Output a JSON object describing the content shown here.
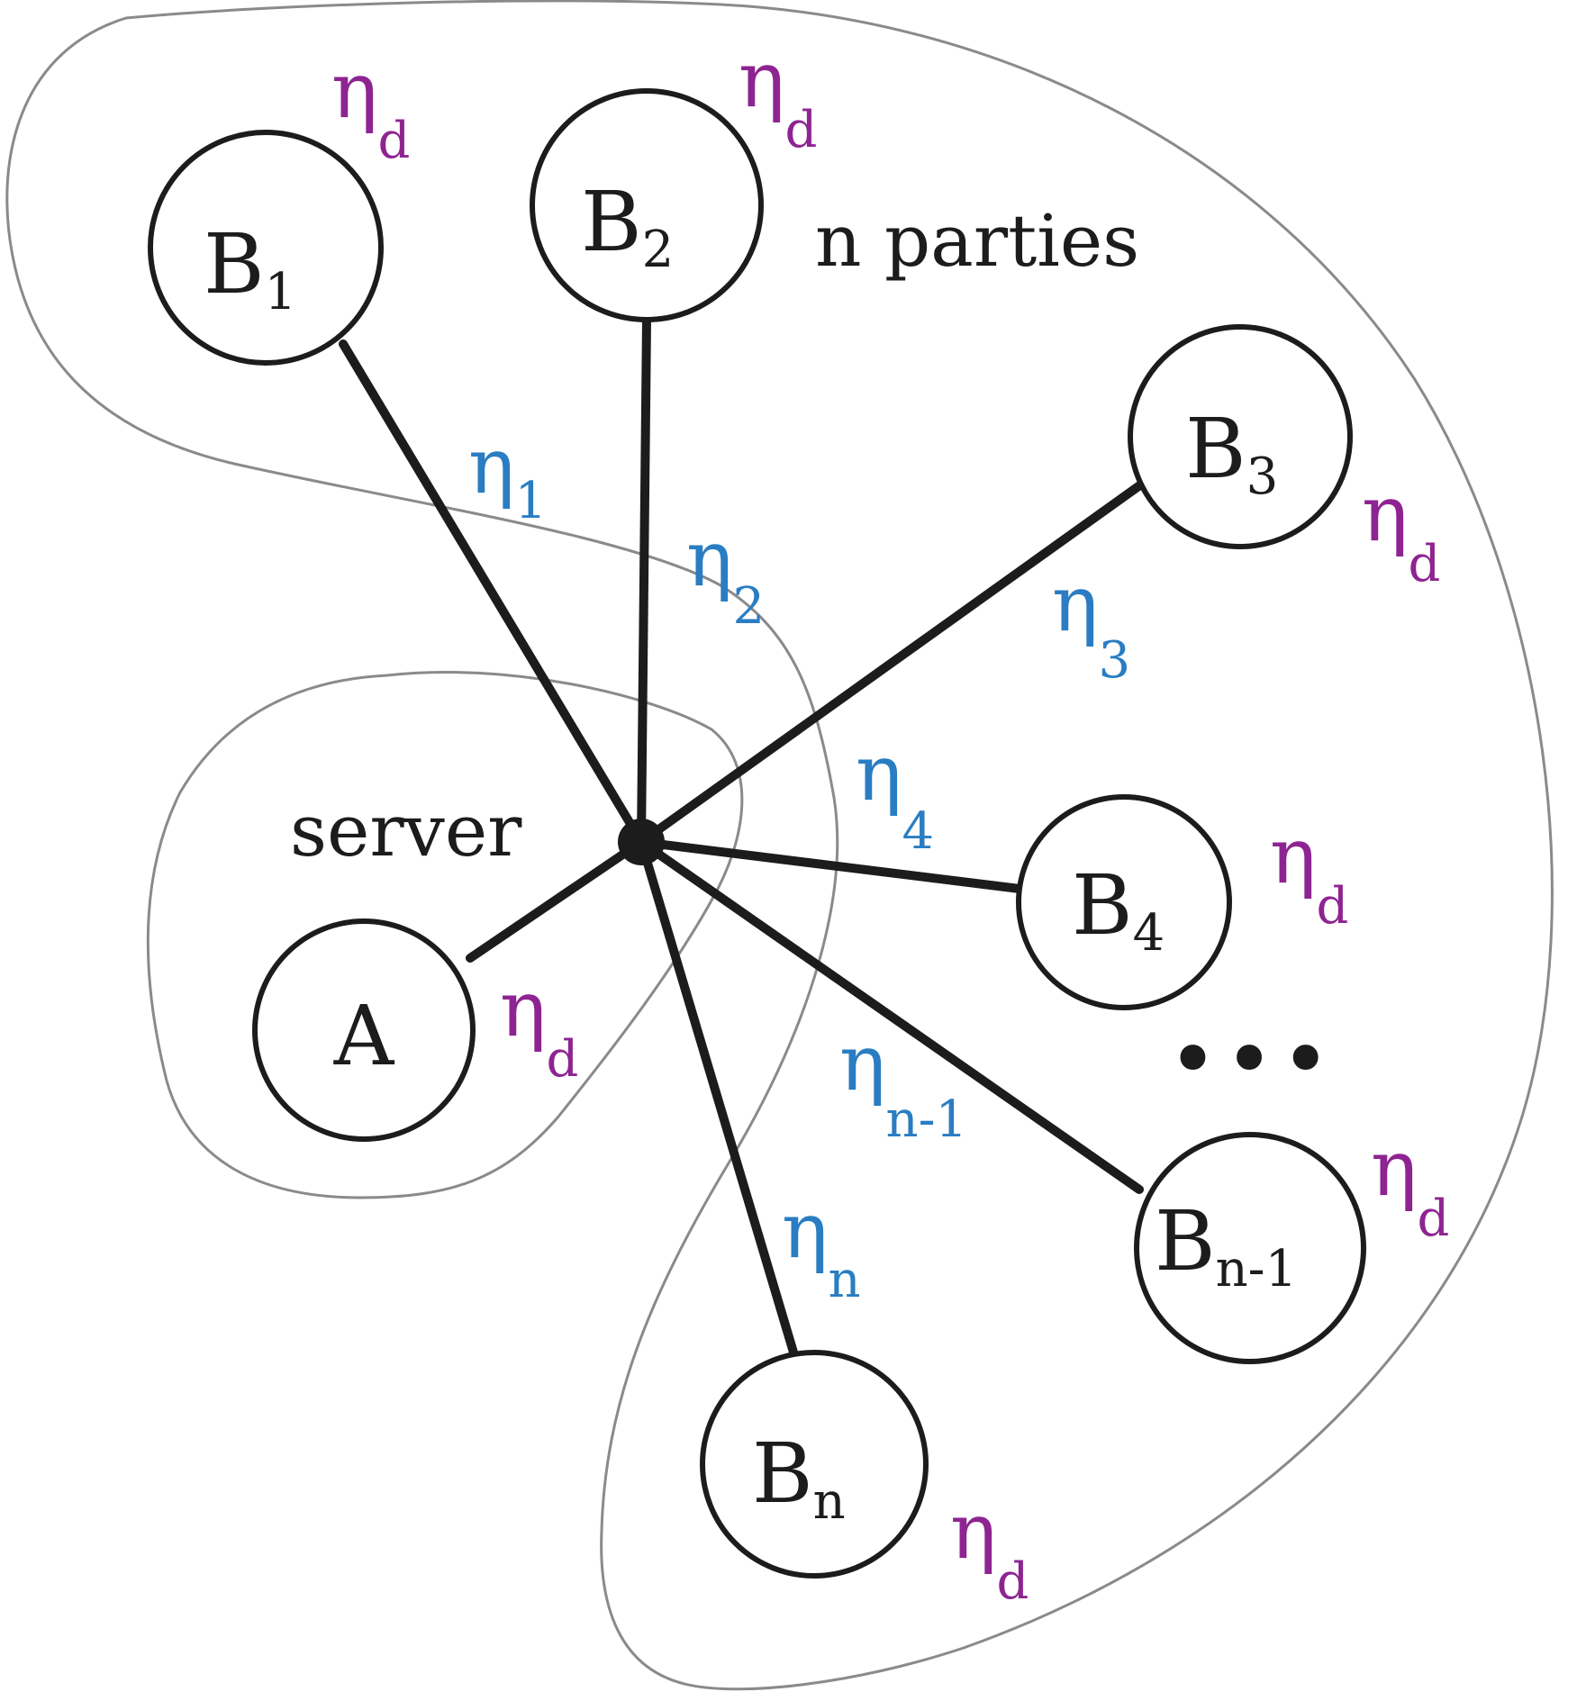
{
  "colors": {
    "ink": "#1c1c1c",
    "boundary": "#8a8a8a",
    "eta_link": "#2a7dc2",
    "eta_node": "#8e2491"
  },
  "labels": {
    "parties": "n parties",
    "server": "server",
    "ellipsis": "•••"
  },
  "eta": {
    "symbol": "η",
    "node_subscript": "d"
  },
  "nodes": [
    {
      "id": "A",
      "base": "A",
      "sub": ""
    },
    {
      "id": "B1",
      "base": "B",
      "sub": "1"
    },
    {
      "id": "B2",
      "base": "B",
      "sub": "2"
    },
    {
      "id": "B3",
      "base": "B",
      "sub": "3"
    },
    {
      "id": "B4",
      "base": "B",
      "sub": "4"
    },
    {
      "id": "Bn-1",
      "base": "B",
      "sub": "n-1"
    },
    {
      "id": "Bn",
      "base": "B",
      "sub": "n"
    }
  ],
  "links": [
    {
      "to": "B1",
      "sub": "1"
    },
    {
      "to": "B2",
      "sub": "2"
    },
    {
      "to": "B3",
      "sub": "3"
    },
    {
      "to": "B4",
      "sub": "4"
    },
    {
      "to": "Bn-1",
      "sub": "n-1"
    },
    {
      "to": "Bn",
      "sub": "n"
    }
  ]
}
